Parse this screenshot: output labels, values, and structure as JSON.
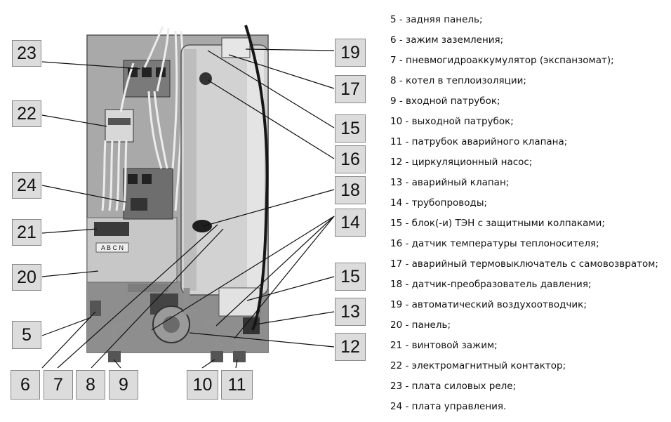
{
  "callouts": [
    {
      "id": "23",
      "label": "23"
    },
    {
      "id": "22",
      "label": "22"
    },
    {
      "id": "24",
      "label": "24"
    },
    {
      "id": "21",
      "label": "21"
    },
    {
      "id": "20",
      "label": "20"
    },
    {
      "id": "5",
      "label": "5"
    },
    {
      "id": "6",
      "label": "6"
    },
    {
      "id": "7",
      "label": "7"
    },
    {
      "id": "8",
      "label": "8"
    },
    {
      "id": "9",
      "label": "9"
    },
    {
      "id": "10",
      "label": "10"
    },
    {
      "id": "11",
      "label": "11"
    },
    {
      "id": "19",
      "label": "19"
    },
    {
      "id": "17",
      "label": "17"
    },
    {
      "id": "15a",
      "label": "15"
    },
    {
      "id": "16",
      "label": "16"
    },
    {
      "id": "18",
      "label": "18"
    },
    {
      "id": "14",
      "label": "14"
    },
    {
      "id": "15b",
      "label": "15"
    },
    {
      "id": "13",
      "label": "13"
    },
    {
      "id": "12",
      "label": "12"
    }
  ],
  "terminal_label": "A B C N",
  "legend": [
    "5 - задняя панель;",
    "6 - зажим заземления;",
    "7 - пневмогидроаккумулятор (экспанзомат);",
    "8 - котел в теплоизоляции;",
    "9 - входной патрубок;",
    "10 - выходной патрубок;",
    "11 - патрубок аварийного клапана;",
    "12 - циркуляционный насос;",
    "13 - аварийный клапан;",
    "14 - трубопроводы;",
    "15 - блок(-и) ТЭН с защитными колпаками;",
    "16 - датчик температуры теплоносителя;",
    "17 - аварийный термовыключатель с самовозвратом;",
    "18 - датчик-преобразователь давления;",
    "19 - автоматический воздухоотводчик;",
    "20 - панель;",
    "21 - винтовой зажим;",
    "22 - электромагнитный контактор;",
    "23 - плата силовых реле;",
    "24 - плата управления."
  ]
}
